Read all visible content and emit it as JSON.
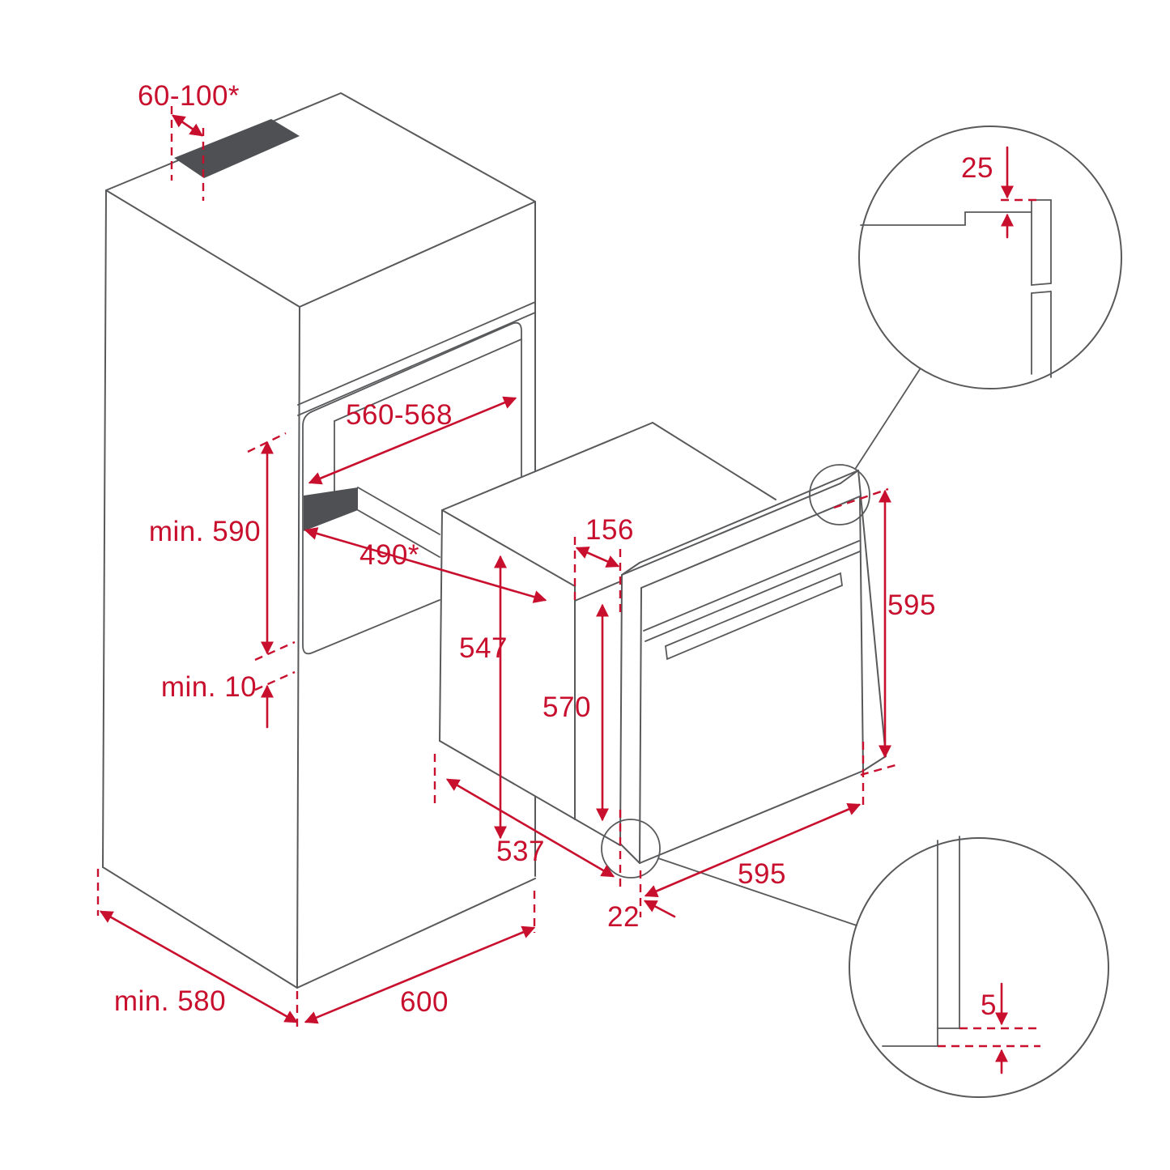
{
  "diagram": {
    "type": "installation-drawing",
    "subject": "built-in oven in tall cabinet column",
    "colors": {
      "dimension_red": "#c8102e",
      "line_gray": "#58595b",
      "vent_fill": "#4e5053"
    },
    "dimensions": {
      "vent_width": "60-100*",
      "niche_width": "560-568",
      "niche_height_min": "min. 590",
      "niche_depth": "490*",
      "bottom_gap_min": "min. 10",
      "top_offset": "156",
      "oven_body_height": "547",
      "oven_inner_height": "570",
      "oven_front_height": "595",
      "oven_body_depth": "537",
      "oven_front_width": "595",
      "frame_thickness": "22",
      "cabinet_depth_min": "min. 580",
      "cabinet_width": "600",
      "detail_top_overlap": "25",
      "detail_bottom_gap": "5"
    }
  }
}
